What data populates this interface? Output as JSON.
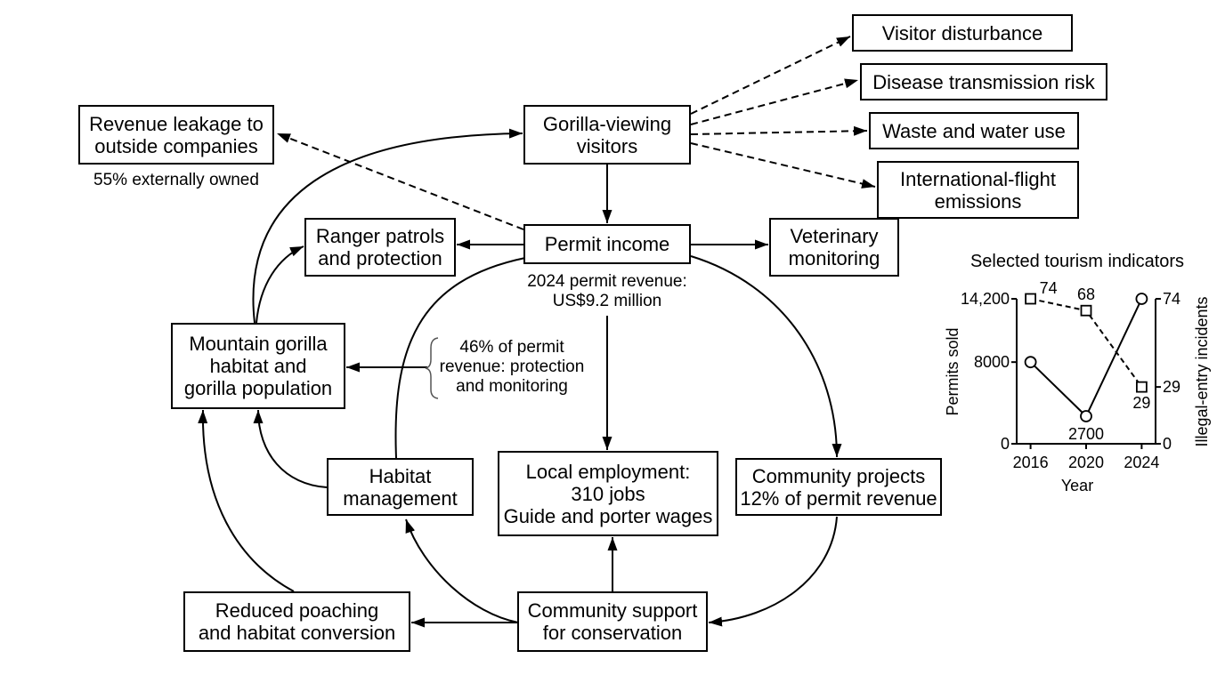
{
  "nodes": {
    "visitor_disturbance": [
      "Visitor disturbance"
    ],
    "disease_risk": [
      "Disease transmission risk"
    ],
    "waste_water": [
      "Waste and water use"
    ],
    "flight_emissions": [
      "International-flight",
      "emissions"
    ],
    "visitors": [
      "Gorilla-viewing",
      "visitors"
    ],
    "revenue_leakage": [
      "Revenue leakage to",
      "outside companies"
    ],
    "permit_income": [
      "Permit income"
    ],
    "ranger_patrols": [
      "Ranger patrols",
      "and protection"
    ],
    "veterinary": [
      "Veterinary",
      "monitoring"
    ],
    "gorilla_habitat": [
      "Mountain gorilla",
      "habitat and",
      "gorilla population"
    ],
    "habitat_management": [
      "Habitat",
      "management"
    ],
    "local_employment": [
      "Local employment:",
      "310 jobs",
      "Guide and porter wages"
    ],
    "community_projects": [
      "Community projects",
      "12% of permit revenue"
    ],
    "reduced_poaching": [
      "Reduced poaching",
      "and habitat conversion"
    ],
    "community_support": [
      "Community support",
      "for conservation"
    ]
  },
  "notes": {
    "leakage_share": "55% externally owned",
    "permit_revenue": [
      "2024 permit revenue:",
      "US$9.2 million"
    ],
    "protection_share": [
      "46% of permit",
      "revenue: protection",
      "and monitoring"
    ]
  },
  "chart_data": {
    "type": "line",
    "title": "Selected tourism indicators",
    "xlabel": "Year",
    "ylabel": "Permits sold",
    "y2label": "Illegal-entry incidents",
    "x": [
      2016,
      2020,
      2024
    ],
    "xlim": [
      2015,
      2025
    ],
    "ylim": [
      0,
      14200
    ],
    "y2lim": [
      0,
      74
    ],
    "yticks": [
      0,
      8000,
      14200
    ],
    "ytick_labels": [
      "0",
      "8000",
      "14,200"
    ],
    "y2ticks": [
      0,
      29,
      74
    ],
    "y2tick_labels": [
      "0",
      "29",
      "74"
    ],
    "grid": false,
    "legend": "none",
    "series": [
      {
        "axis": "left",
        "marker": "circle",
        "line_style": "solid",
        "values": [
          8000,
          2700,
          14200
        ],
        "point_labels": [
          null,
          "2700",
          null
        ]
      },
      {
        "axis": "right",
        "marker": "square",
        "line_style": "dashed",
        "values": [
          74,
          68,
          29
        ],
        "point_labels": [
          "74",
          "68",
          "29"
        ]
      }
    ]
  }
}
